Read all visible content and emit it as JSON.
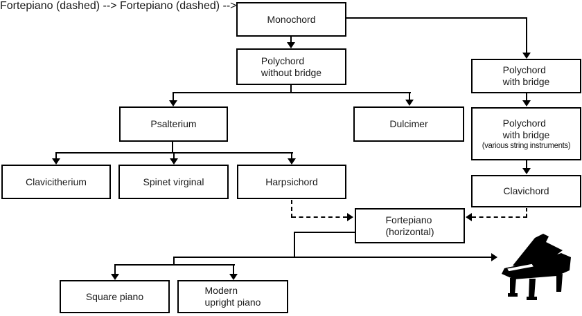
{
  "diagram": {
    "background_color": "#ffffff",
    "line_color": "#000000",
    "box_fill": "#ffffff",
    "icons": {
      "piano": "grand-piano"
    },
    "nodes": {
      "monochord": {
        "lines": [
          "Monochord"
        ]
      },
      "polychord_without_bridge": {
        "lines": [
          "Polychord",
          "without bridge"
        ]
      },
      "polychord_with_bridge": {
        "lines": [
          "Polychord",
          "with bridge"
        ]
      },
      "polychord_with_bridge_various": {
        "lines": [
          "Polychord",
          "with bridge",
          "(various string instruments)"
        ]
      },
      "clavichord": {
        "lines": [
          "Clavichord"
        ]
      },
      "psalterium": {
        "lines": [
          "Psalterium"
        ]
      },
      "dulcimer": {
        "lines": [
          "Dulcimer"
        ]
      },
      "clavicitherium": {
        "lines": [
          "Clavicitherium"
        ]
      },
      "spinet_virginal": {
        "lines": [
          "Spinet virginal"
        ]
      },
      "harpsichord": {
        "lines": [
          "Harpsichord"
        ]
      },
      "fortepiano": {
        "lines": [
          "Fortepiano",
          "(horizontal)"
        ]
      },
      "square_piano": {
        "lines": [
          "Square piano"
        ]
      },
      "modern_upright_piano": {
        "lines": [
          "Modern",
          "upright piano"
        ]
      }
    }
  }
}
